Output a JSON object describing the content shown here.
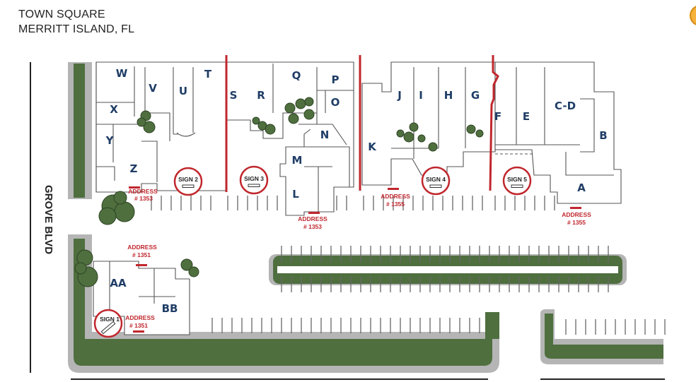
{
  "title": {
    "line1": "TOWN SQUARE",
    "line2": "MERRITT ISLAND, FL"
  },
  "road_label": "GROVE BLVD",
  "units": {
    "w": "W",
    "v": "V",
    "u": "U",
    "t": "T",
    "s": "S",
    "r": "R",
    "q": "Q",
    "p": "P",
    "o": "O",
    "x": "X",
    "y": "Y",
    "z": "Z",
    "n": "N",
    "m": "M",
    "l": "L",
    "k": "K",
    "j": "J",
    "i": "I",
    "h": "H",
    "g": "G",
    "f": "F",
    "e": "E",
    "cd": "C-D",
    "b": "B",
    "a": "A",
    "aa": "AA",
    "bb": "BB"
  },
  "signs": {
    "s1": "SIGN 1",
    "s2": "SIGN 2",
    "s3": "SIGN 3",
    "s4": "SIGN 4",
    "s5": "SIGN 5"
  },
  "addresses": {
    "label": "ADDRESS",
    "a1353": "# 1353",
    "a1355": "# 1355",
    "a1351": "# 1351"
  },
  "colors": {
    "green": "#4f6f3f",
    "red": "#c0272d",
    "navy": "#1f3d66",
    "gray": "#b5b5b5"
  }
}
